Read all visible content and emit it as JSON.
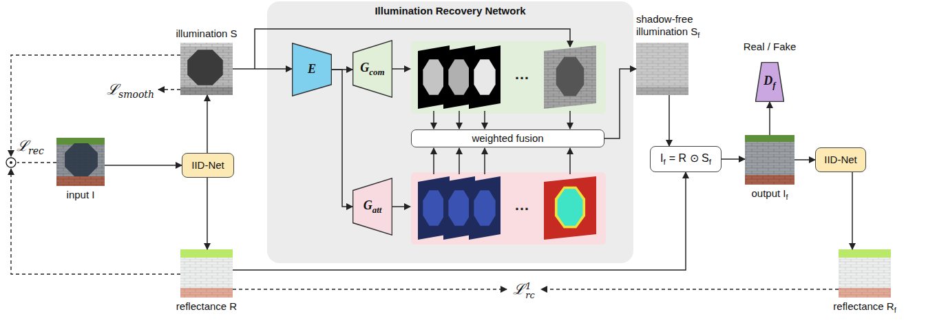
{
  "diagram": {
    "nodes": [
      {
        "text": [
          "illumination S"
        ]
      },
      {
        "text": [
          "input I"
        ]
      },
      {
        "text": [
          "IID-Net"
        ]
      },
      {
        "text": [
          "reflectance R"
        ]
      },
      {
        "text": [
          "Illumination Recovery Network"
        ]
      },
      {
        "text": [
          "E"
        ],
        "in": 4
      },
      {
        "text": [
          "G",
          "com"
        ],
        "in": 4
      },
      {
        "text": [
          "G",
          "att"
        ],
        "in": 4
      },
      {
        "text": [
          "weighted fusion"
        ],
        "in": 4
      },
      {
        "text": [
          "shadow-free illumination S",
          "f"
        ]
      },
      {
        "text": [
          "I",
          "f",
          "= R ⊙ S",
          "f"
        ]
      },
      {
        "text": [
          "D",
          "f"
        ]
      },
      {
        "text": [
          "output I",
          "f"
        ]
      },
      {
        "text": [
          "IID-Net"
        ]
      },
      {
        "text": [
          "reflectance R",
          "f"
        ]
      }
    ],
    "edges": [
      {
        "from": 1,
        "to": 2,
        "arrow": "to"
      },
      {
        "from": 2,
        "to": 0,
        "arrow": "to"
      },
      {
        "from": 2,
        "to": 3,
        "arrow": "to"
      },
      {
        "from": 0,
        "to": 5,
        "arrow": "to"
      },
      {
        "from": 5,
        "to": 6,
        "arrow": "to"
      },
      {
        "from": 5,
        "to": 7,
        "arrow": "to"
      },
      {
        "from": 8,
        "to": 9,
        "arrow": "to"
      },
      {
        "from": 9,
        "to": 10,
        "arrow": "to"
      },
      {
        "from": 3,
        "to": 10,
        "arrow": "to"
      },
      {
        "from": 10,
        "to": 12,
        "arrow": "to"
      },
      {
        "from": 12,
        "to": 11,
        "arrow": "to"
      },
      {
        "from": 12,
        "to": 13,
        "arrow": "to"
      },
      {
        "from": 13,
        "to": 14,
        "arrow": "to"
      }
    ],
    "labels": [
      "ℒ",
      "rec",
      "ℒ",
      "smooth",
      "Real / Fake",
      "…",
      "…",
      "ℒ",
      "1",
      "rc"
    ]
  }
}
